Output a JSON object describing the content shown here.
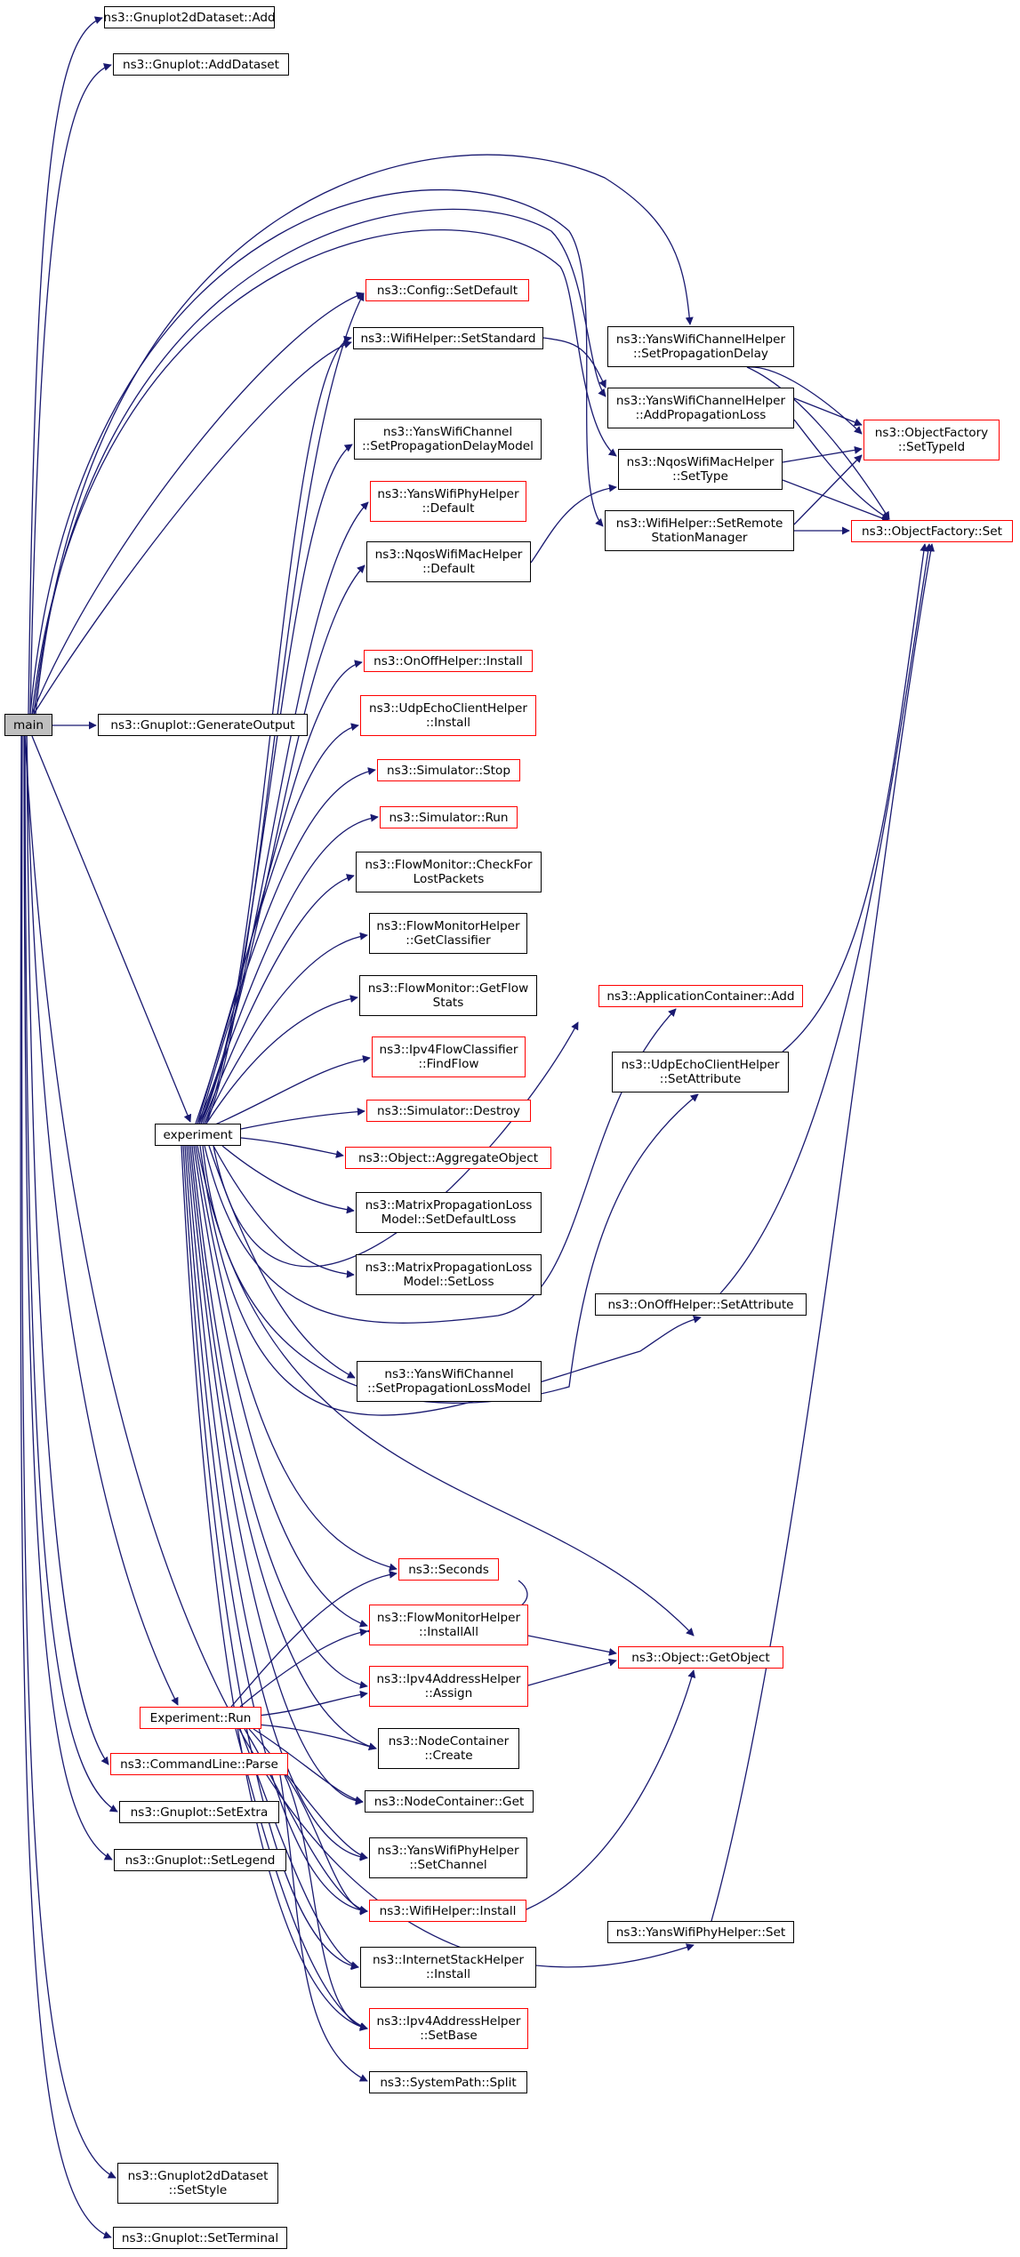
{
  "title": "",
  "colors": {
    "edge": "#191970",
    "node_border": "#000000",
    "external_border": "#ff0000",
    "root_fill": "#bfbfbf"
  },
  "nodes": {
    "main": "main",
    "gp2d_add": "ns3::Gnuplot2dDataset::Add",
    "gp_adddataset": "ns3::Gnuplot::AddDataset",
    "gp_generate": "ns3::Gnuplot::GenerateOutput",
    "experiment": "experiment",
    "exp_run": "Experiment::Run",
    "cmd_parse": "ns3::CommandLine::Parse",
    "gp_setextra": "ns3::Gnuplot::SetExtra",
    "gp_setlegend": "ns3::Gnuplot::SetLegend",
    "gp2d_setstyle": "ns3::Gnuplot2dDataset\n::SetStyle",
    "gp_setterminal": "ns3::Gnuplot::SetTerminal",
    "config_setdefault": "ns3::Config::SetDefault",
    "wifihelper_setstandard": "ns3::WifiHelper::SetStandard",
    "yanschannel_setdelaymodel": "ns3::YansWifiChannel\n::SetPropagationDelayModel",
    "yansphy_default": "ns3::YansWifiPhyHelper\n::Default",
    "nqosmac_default": "ns3::NqosWifiMacHelper\n::Default",
    "onoff_install": "ns3::OnOffHelper::Install",
    "udpecho_install": "ns3::UdpEchoClientHelper\n::Install",
    "sim_stop": "ns3::Simulator::Stop",
    "sim_run": "ns3::Simulator::Run",
    "fm_checklost": "ns3::FlowMonitor::CheckFor\nLostPackets",
    "fmh_getclassifier": "ns3::FlowMonitorHelper\n::GetClassifier",
    "fm_getflowstats": "ns3::FlowMonitor::GetFlow\nStats",
    "ipv4fc_findflow": "ns3::Ipv4FlowClassifier\n::FindFlow",
    "sim_destroy": "ns3::Simulator::Destroy",
    "obj_aggregate": "ns3::Object::AggregateObject",
    "matrix_setdefaultloss": "ns3::MatrixPropagationLoss\nModel::SetDefaultLoss",
    "matrix_setloss": "ns3::MatrixPropagationLoss\nModel::SetLoss",
    "yanschannel_setlossmodel": "ns3::YansWifiChannel\n::SetPropagationLossModel",
    "seconds": "ns3::Seconds",
    "fmh_installall": "ns3::FlowMonitorHelper\n::InstallAll",
    "ipv4addr_assign": "ns3::Ipv4AddressHelper\n::Assign",
    "nodecontainer_create": "ns3::NodeContainer\n::Create",
    "nodecontainer_get": "ns3::NodeContainer::Get",
    "yansphy_setchannel": "ns3::YansWifiPhyHelper\n::SetChannel",
    "wifihelper_install": "ns3::WifiHelper::Install",
    "internetstack_install": "ns3::InternetStackHelper\n::Install",
    "ipv4addr_setbase": "ns3::Ipv4AddressHelper\n::SetBase",
    "systempath_split": "ns3::SystemPath::Split",
    "yanschannelhelper_setdelay": "ns3::YansWifiChannelHelper\n::SetPropagationDelay",
    "yanschannelhelper_addloss": "ns3::YansWifiChannelHelper\n::AddPropagationLoss",
    "nqosmac_settype": "ns3::NqosWifiMacHelper\n::SetType",
    "wifihelper_setremote": "ns3::WifiHelper::SetRemote\nStationManager",
    "appcontainer_add": "ns3::ApplicationContainer::Add",
    "udpecho_setattribute": "ns3::UdpEchoClientHelper\n::SetAttribute",
    "onoff_setattribute": "ns3::OnOffHelper::SetAttribute",
    "obj_getobject": "ns3::Object::GetObject",
    "yansphy_set": "ns3::YansWifiPhyHelper::Set",
    "objfactory_settypeid": "ns3::ObjectFactory\n::SetTypeId",
    "objfactory_set": "ns3::ObjectFactory::Set"
  }
}
